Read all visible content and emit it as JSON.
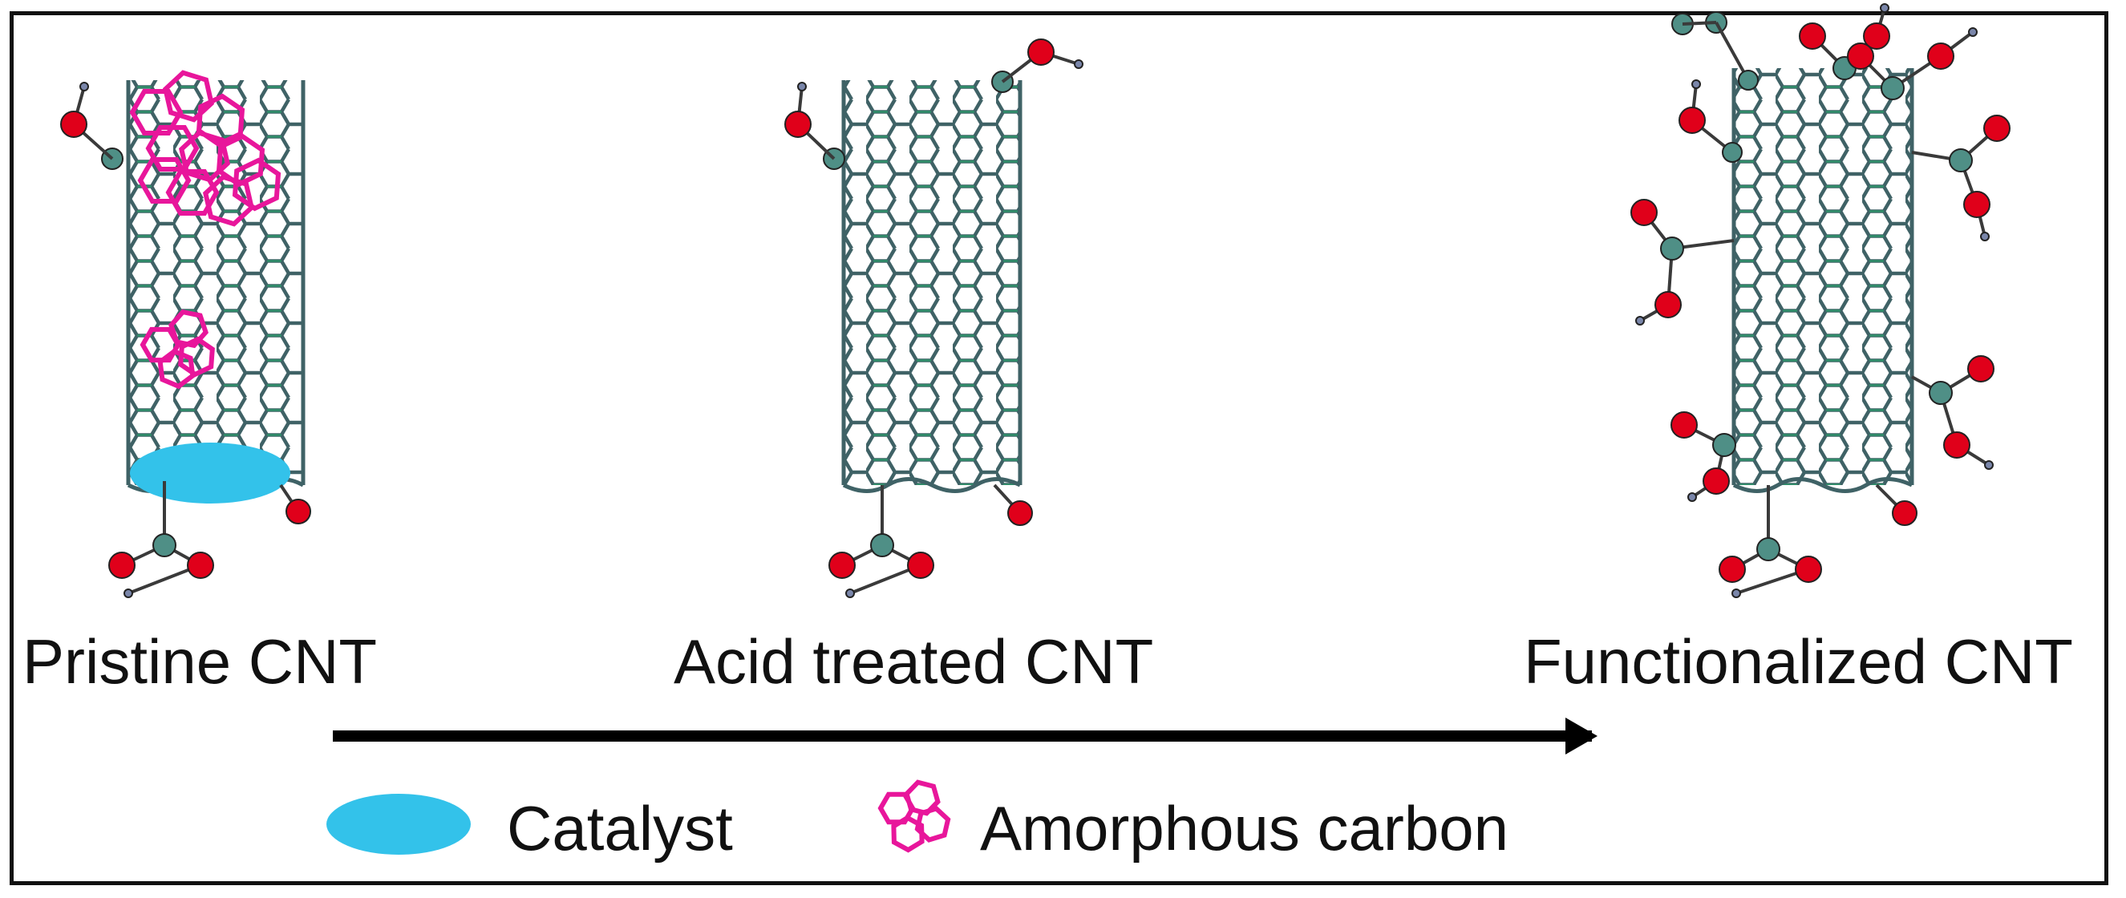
{
  "stages": [
    {
      "name": "pristine",
      "label": "Pristine CNT"
    },
    {
      "name": "acid-treated",
      "label": "Acid treated CNT"
    },
    {
      "name": "functionalized",
      "label": "Functionalized CNT"
    }
  ],
  "legend": {
    "catalyst_label": "Catalyst",
    "amorphous_label": "Amorphous carbon"
  },
  "colors": {
    "tube_line": "#3a5a5c",
    "tube_accent": "#2e8b57",
    "amorphous": "#e8169b",
    "catalyst": "#33c2ea",
    "oxygen": "#e0001a",
    "carbon_atom": "#4f8f86",
    "hydrogen": "#7a86aa",
    "arrow": "#000000",
    "text": "#111111"
  }
}
